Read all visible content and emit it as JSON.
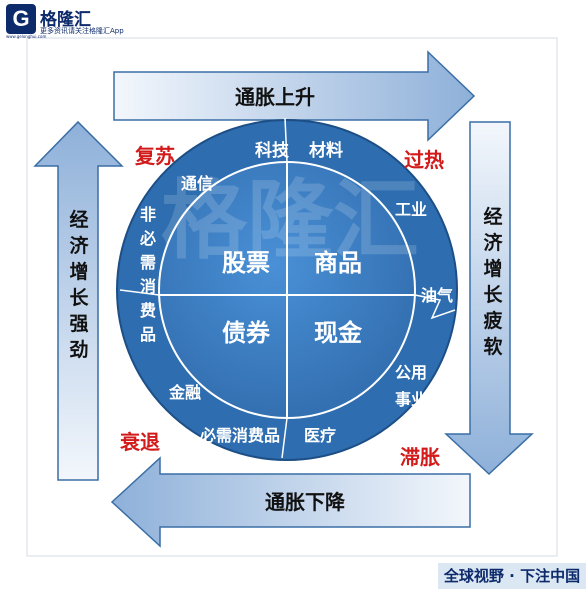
{
  "brand": {
    "logo_letter": "G",
    "name": "格隆汇",
    "tagline": "更多资讯请关注格隆汇App",
    "site": "www.gelonghui.com"
  },
  "footer": {
    "slogan": "全球视野 · 下注中国"
  },
  "watermark": {
    "text": "格隆汇"
  },
  "arrows": {
    "top": "通胀上升",
    "bottom": "通胀下降",
    "left": "经济增长强劲",
    "right": "经济增长疲软"
  },
  "phases": {
    "recovery": "复苏",
    "overheat": "过热",
    "stagflation": "滞胀",
    "recession": "衰退"
  },
  "assets": {
    "stocks": "股票",
    "commodities": "商品",
    "bonds": "债券",
    "cash": "现金"
  },
  "sectors": {
    "tech": "科技",
    "materials": "材料",
    "telecom": "通信",
    "non_essential_consumer": "非必需消费品",
    "industrial": "工业",
    "oil_gas": "油气",
    "utilities": "公用事业",
    "finance": "金融",
    "essential_consumer": "必需消费品",
    "healthcare": "医疗"
  },
  "colors": {
    "arrow_light": "#eef4fb",
    "arrow_dark": "#8fb0d8",
    "arrow_stroke": "#3a6ea5",
    "ring": "#2d6db0",
    "core": "#3c7fc6",
    "phase_text": "#d21a1a"
  }
}
